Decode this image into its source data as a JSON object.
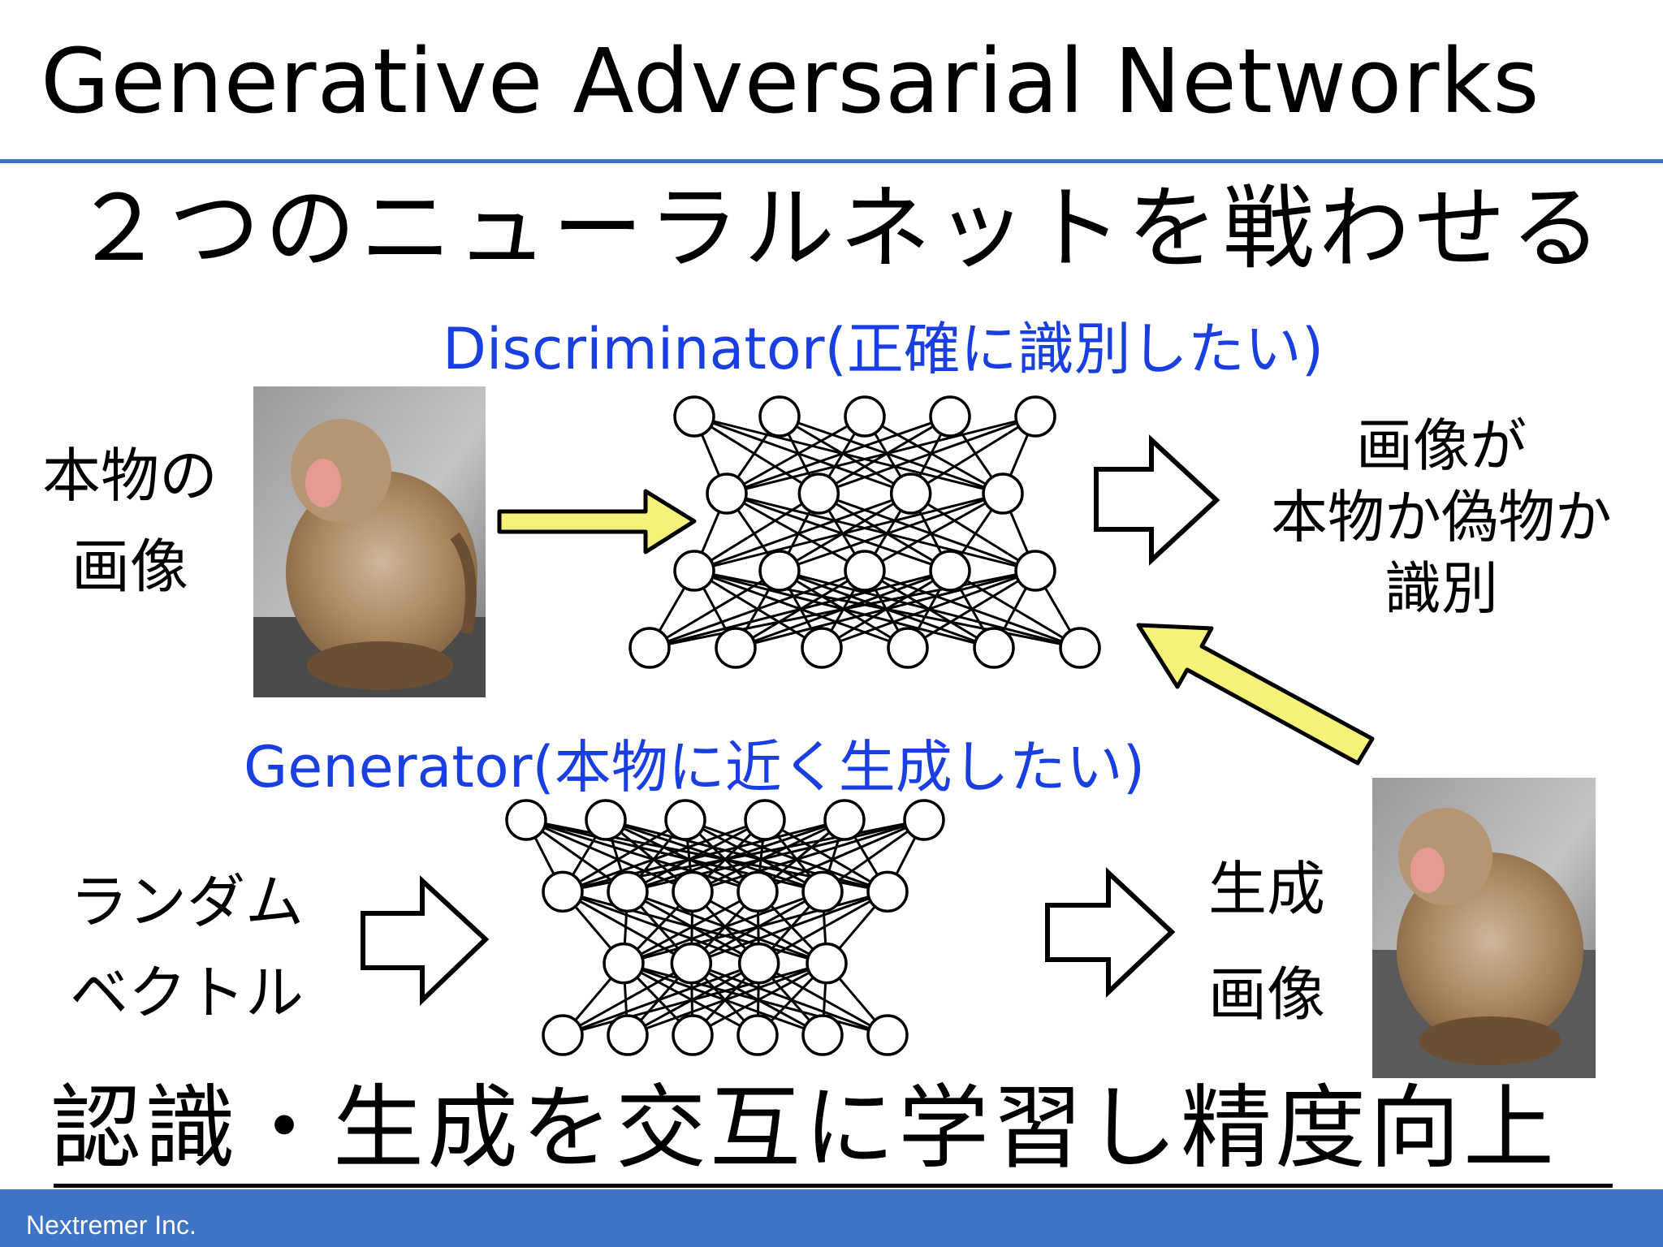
{
  "slide": {
    "title": "Generative Adversarial Networks",
    "subtitle": "２つのニューラルネットを戦わせる",
    "conclusion": "認識・生成を交互に学習し精度向上",
    "footer": "Nextremer Inc."
  },
  "discriminator": {
    "label": "Discriminator(正確に識別したい)",
    "input_label_line1": "本物の",
    "input_label_line2": "画像",
    "output_line1": "画像が",
    "output_line2": "本物か偽物か",
    "output_line3": "識別",
    "layers": [
      5,
      4,
      5,
      6
    ]
  },
  "generator": {
    "label": "Generator(本物に近く生成したい)",
    "input_line1": "ランダム",
    "input_line2": "ベクトル",
    "output_line1": "生成",
    "output_line2": "画像",
    "layers": [
      6,
      6,
      4,
      6
    ]
  },
  "icons": {
    "real_image": "monkey-photo-icon",
    "generated_image": "generated-monkey-photo-icon",
    "yellow_arrow": "yellow-arrow-icon",
    "hollow_arrow": "hollow-arrow-icon"
  },
  "colors": {
    "accent_blue": "#3f74c4",
    "label_blue": "#1a3fe0",
    "arrow_yellow": "#f5f27a"
  }
}
